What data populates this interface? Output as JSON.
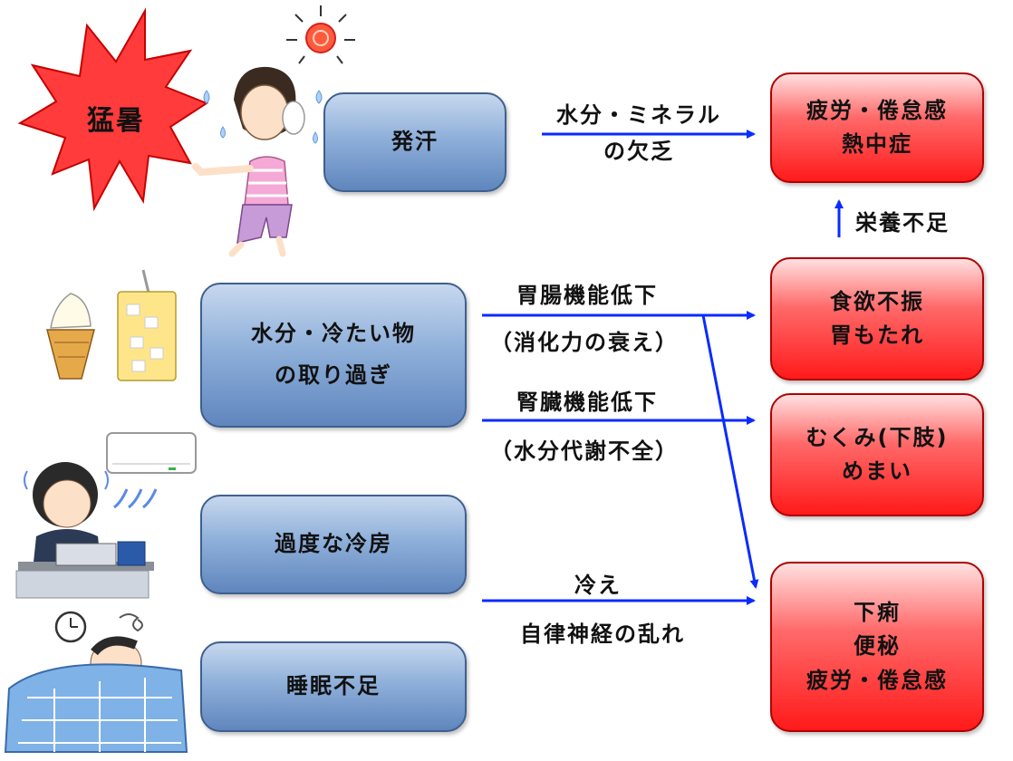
{
  "starburst": {
    "label": "猛暑",
    "fill": "#ff3b3b"
  },
  "causes": {
    "sweat": "発汗",
    "cold_intake": [
      "水分・冷たい物",
      "の取り過ぎ"
    ],
    "aircon": "過度な冷房",
    "sleep": "睡眠不足"
  },
  "effects": {
    "fatigue_heatstroke": [
      "疲労・倦怠感",
      "熱中症"
    ],
    "appetite": [
      "食欲不振",
      "胃もたれ"
    ],
    "swelling": [
      "むくみ(下肢)",
      "めまい"
    ],
    "bowel": [
      "下痢",
      "便秘",
      "疲労・倦怠感"
    ]
  },
  "arrow_labels": {
    "mineral": [
      "水分・ミネラル",
      "の欠乏"
    ],
    "gastro": [
      "胃腸機能低下",
      "（消化力の衰え）"
    ],
    "kidney": [
      "腎臓機能低下",
      "（水分代謝不全）"
    ],
    "chill": [
      "冷え",
      "自律神経の乱れ"
    ],
    "nutrition": "栄養不足"
  },
  "colors": {
    "arrow": "#0a2bff",
    "cause_box": "#6f93c6",
    "effect_box": "#ff2a2a"
  },
  "illustrations": [
    "sweating-woman",
    "soft-serve-icecream",
    "iced-drink",
    "air-conditioner",
    "cold-office-worker",
    "alarm-clock",
    "sleepless-person"
  ]
}
